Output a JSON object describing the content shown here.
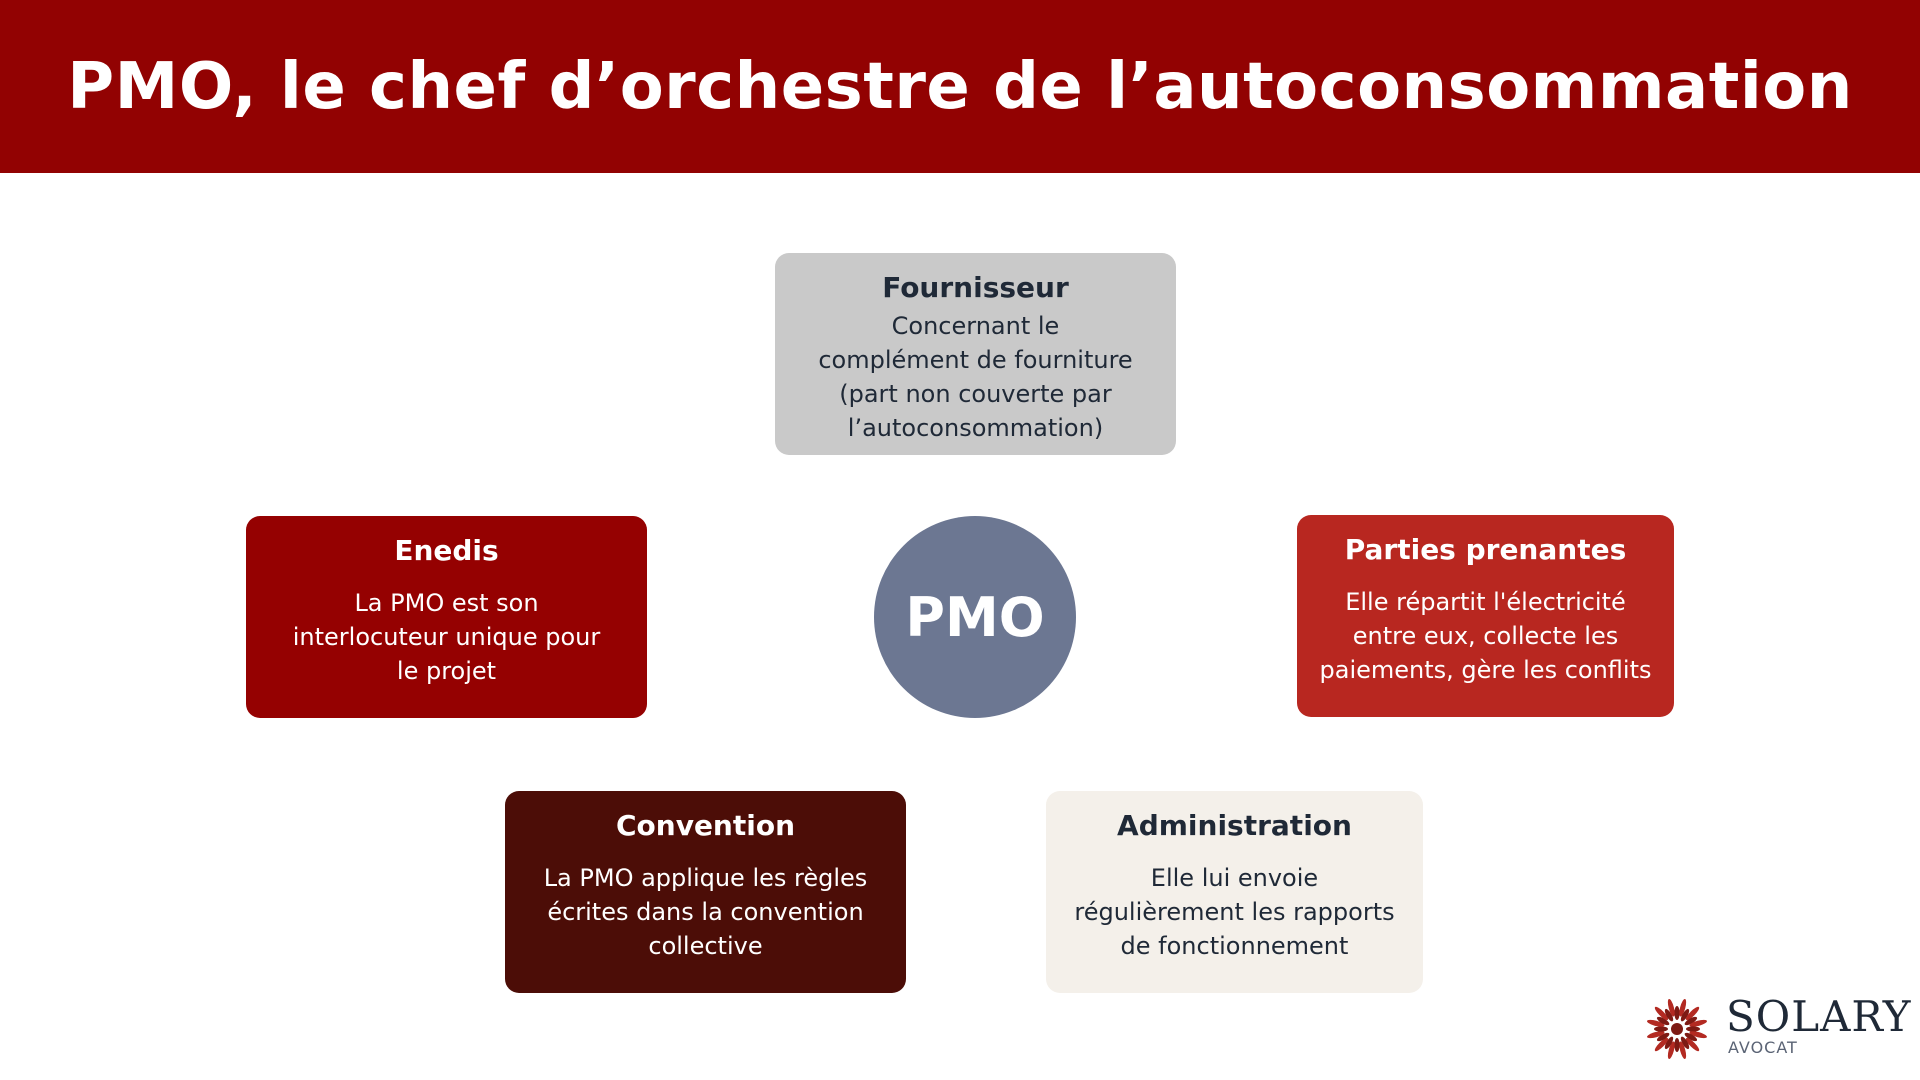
{
  "header": {
    "title": "PMO, le chef d’orchestre de l’autoconsommation"
  },
  "hub": {
    "label": "PMO"
  },
  "cards": {
    "fournisseur": {
      "title": "Fournisseur",
      "desc": [
        "Concernant le",
        "complément de fourniture",
        "(part non couverte par",
        "l’autoconsommation)"
      ]
    },
    "enedis": {
      "title": "Enedis",
      "desc": [
        "La PMO est son",
        "interlocuteur unique pour",
        "le projet"
      ]
    },
    "parties": {
      "title": "Parties prenantes",
      "desc": [
        "Elle répartit l'électricité",
        "entre eux, collecte les",
        "paiements, gère les conflits"
      ]
    },
    "convention": {
      "title": "Convention",
      "desc": [
        "La PMO applique les règles",
        "écrites dans la convention",
        "collective"
      ]
    },
    "administration": {
      "title": "Administration",
      "desc": [
        "Elle lui envoie",
        "régulièrement les rapports",
        "de fonctionnement"
      ]
    }
  },
  "logo": {
    "name": "SOLARY",
    "sub": "AVOCAT"
  },
  "colors": {
    "header": "#920202",
    "fournisseur": "#c9c9c9",
    "enedis": "#950101",
    "parties": "#b82720",
    "convention": "#4c0d07",
    "administration": "#f4f0ea",
    "hub": "#6c7792"
  }
}
